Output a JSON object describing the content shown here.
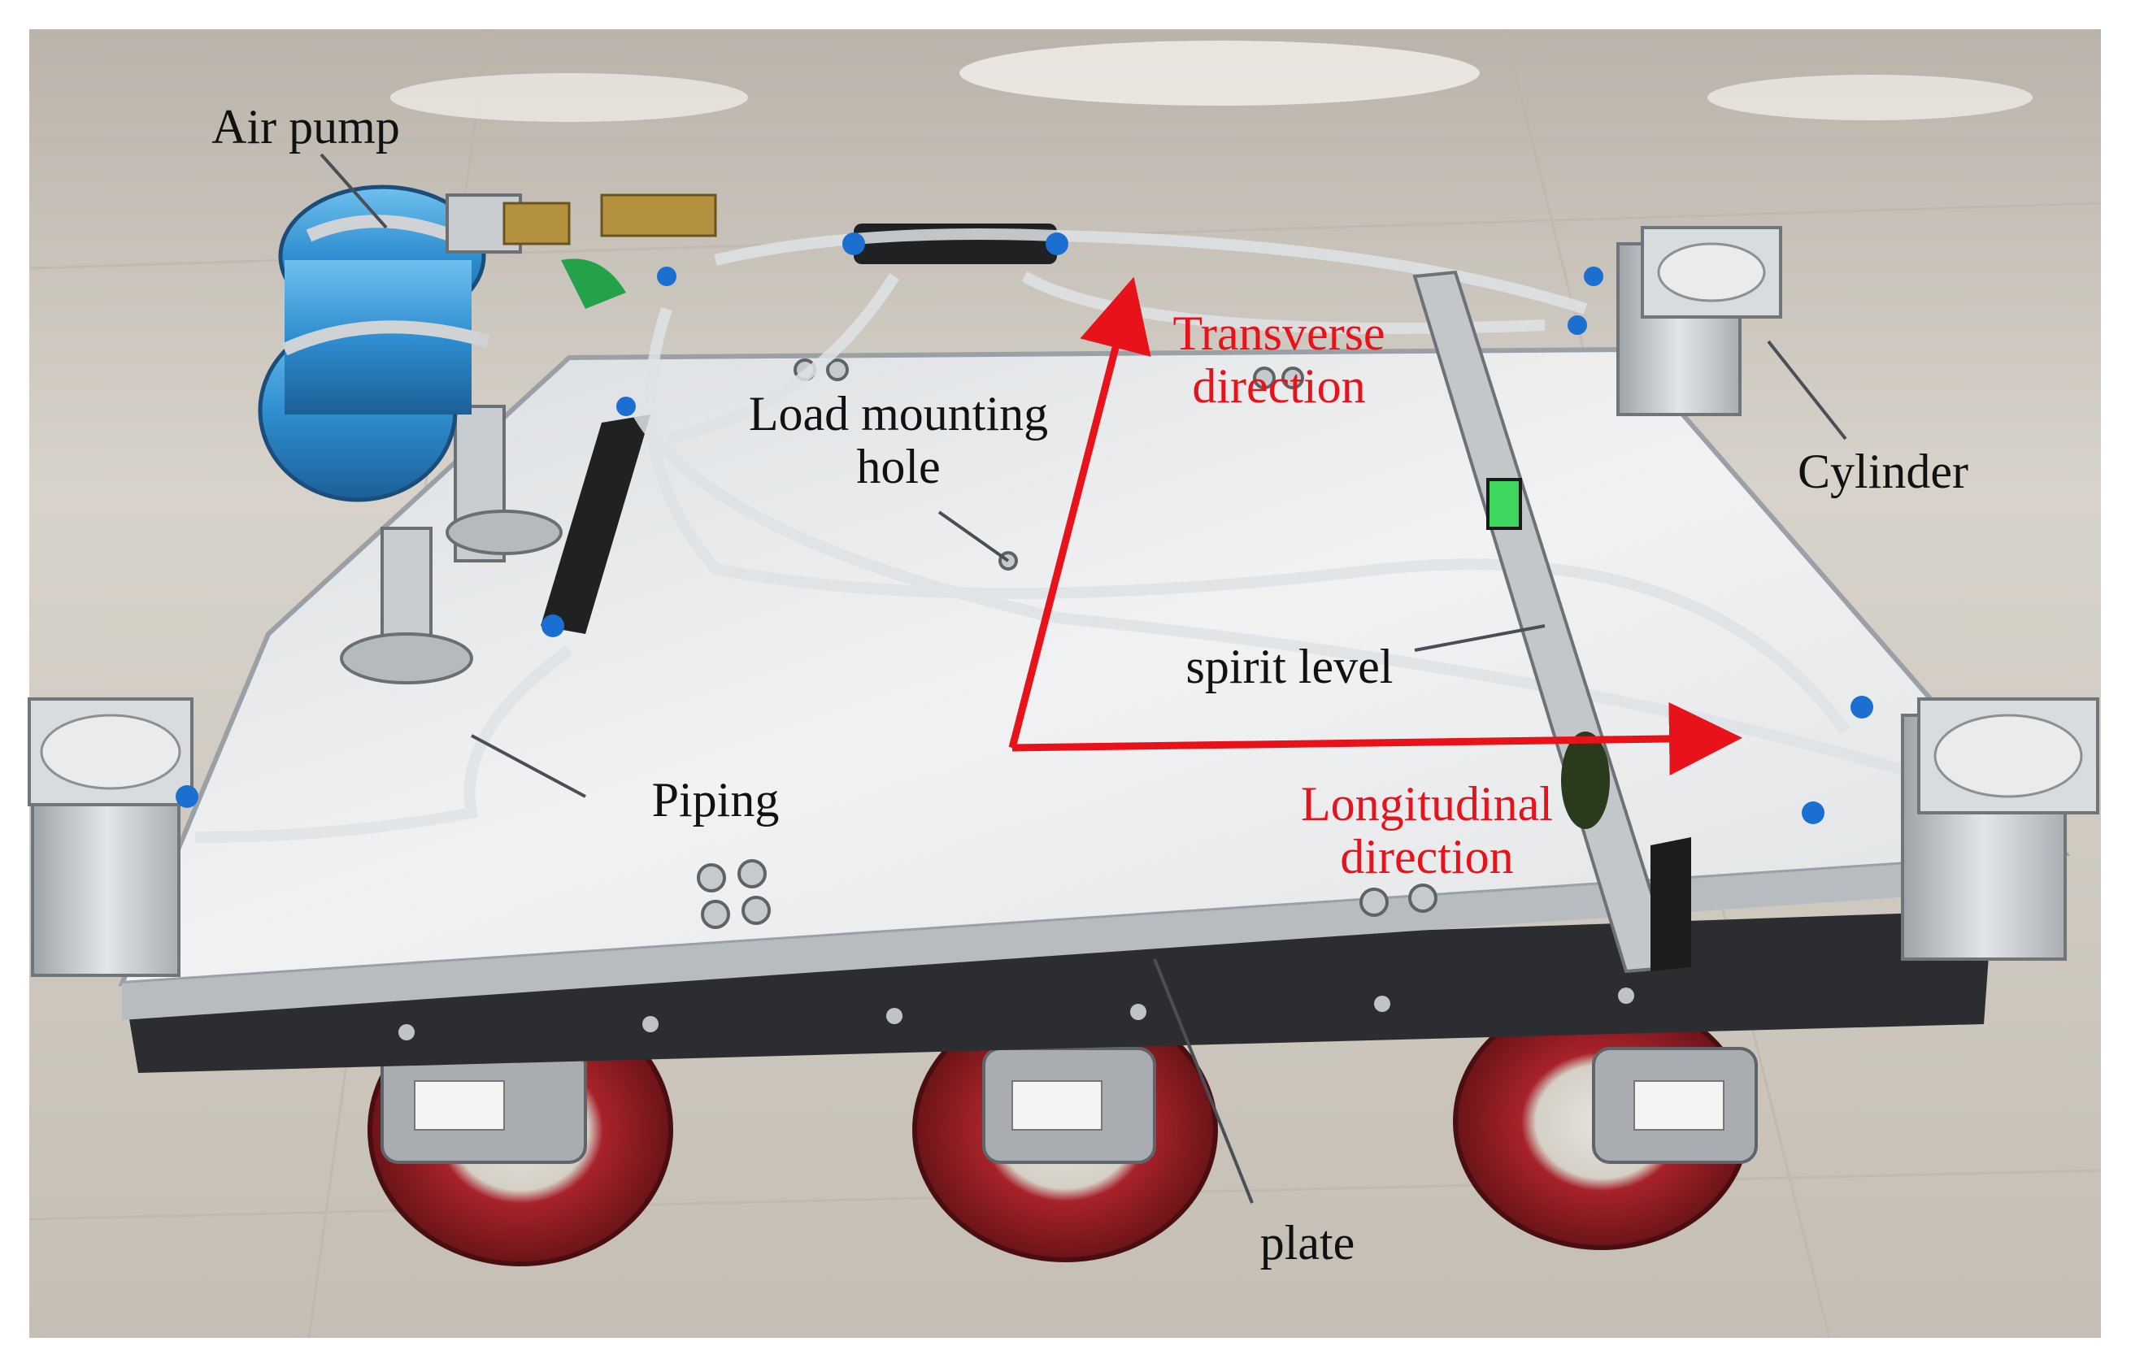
{
  "labels": {
    "air_pump": "Air pump",
    "load_mounting_hole_1": "Load mounting",
    "load_mounting_hole_2": "hole",
    "transverse_1": "Transverse",
    "transverse_2": "direction",
    "cylinder": "Cylinder",
    "spirit_level": "spirit level",
    "piping": "Piping",
    "longitudinal_1": "Longitudinal",
    "longitudinal_2": "direction",
    "plate": "plate"
  },
  "colors": {
    "axis_arrow": "#e8121a",
    "label_text": "#111111",
    "direction_text": "#e8121a",
    "pump_body": "#2f8fd0",
    "wheel_red": "#a8222a",
    "plate_white": "#eceeef",
    "floor": "#cdc7bd"
  }
}
